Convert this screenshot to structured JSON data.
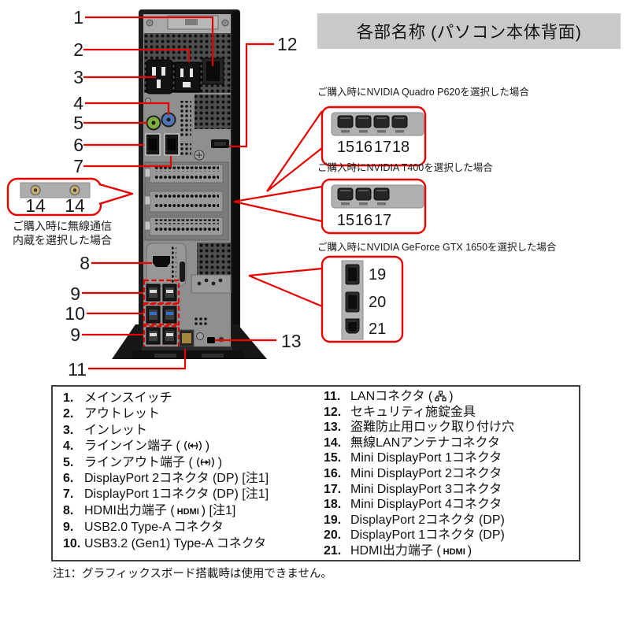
{
  "title": "各部名称 (パソコン本体背面)",
  "colors": {
    "accent_red": "#e60000",
    "title_bg": "#c9c9c9",
    "panel_gray": "#8f8f8f"
  },
  "tower_numbers": {
    "n1": "1",
    "n2": "2",
    "n3": "3",
    "n4": "4",
    "n5": "5",
    "n6": "6",
    "n7": "7",
    "n8": "8",
    "n9_top": "9",
    "n10": "10",
    "n9_bottom": "9",
    "n11": "11",
    "n12": "12",
    "n13": "13"
  },
  "wireless_callout": {
    "labels": [
      "14",
      "14"
    ],
    "note_line1": "ご購入時に無線通信",
    "note_line2": "内蔵を選択した場合"
  },
  "gpu_options": [
    {
      "label": "ご購入時にNVIDIA Quadro P620を選択した場合",
      "port_numbers": [
        "15",
        "16",
        "17",
        "18"
      ]
    },
    {
      "label": "ご購入時にNVIDIA T400を選択した場合",
      "port_numbers": [
        "15",
        "16",
        "17"
      ]
    },
    {
      "label": "ご購入時にNVIDIA GeForce GTX 1650を選択した場合",
      "port_numbers": [
        "19",
        "20",
        "21"
      ]
    }
  ],
  "icons": {
    "hdmi_label": "HDMI"
  },
  "legend": {
    "left": [
      {
        "num": "1.",
        "text": "メインスイッチ"
      },
      {
        "num": "2.",
        "text": "アウトレット"
      },
      {
        "num": "3.",
        "text": "インレット"
      },
      {
        "num": "4.",
        "pre": "ラインイン端子 (",
        "icon": "line-in-icon",
        "post": ")"
      },
      {
        "num": "5.",
        "pre": "ラインアウト端子 (",
        "icon": "line-out-icon",
        "post": ")"
      },
      {
        "num": "6.",
        "text": "DisplayPort 2コネクタ (DP) [注1]"
      },
      {
        "num": "7.",
        "text": "DisplayPort 1コネクタ (DP) [注1]"
      },
      {
        "num": "8.",
        "pre": "HDMI出力端子 (",
        "icon": "hdmi-logo",
        "post": ") [注1]"
      },
      {
        "num": "9.",
        "text": "USB2.0 Type-A コネクタ"
      },
      {
        "num": "10.",
        "text": "USB3.2 (Gen1) Type-A コネクタ"
      }
    ],
    "right": [
      {
        "num": "11.",
        "pre": "LANコネクタ (",
        "icon": "lan-icon",
        "post": ")"
      },
      {
        "num": "12.",
        "text": "セキュリティ施錠金具"
      },
      {
        "num": "13.",
        "text": "盗難防止用ロック取り付け穴"
      },
      {
        "num": "14.",
        "text": "無線LANアンテナコネクタ"
      },
      {
        "num": "15.",
        "text": "Mini DisplayPort 1コネクタ"
      },
      {
        "num": "16.",
        "text": "Mini DisplayPort 2コネクタ"
      },
      {
        "num": "17.",
        "text": "Mini DisplayPort 3コネクタ"
      },
      {
        "num": "18.",
        "text": "Mini DisplayPort 4コネクタ"
      },
      {
        "num": "19.",
        "text": "DisplayPort 2コネクタ (DP)"
      },
      {
        "num": "20.",
        "text": "DisplayPort 1コネクタ (DP)"
      },
      {
        "num": "21.",
        "pre": "HDMI出力端子 (",
        "icon": "hdmi-logo",
        "post": ")"
      }
    ]
  },
  "footnote": "注1：グラフィックスボード搭載時は使用できません。"
}
